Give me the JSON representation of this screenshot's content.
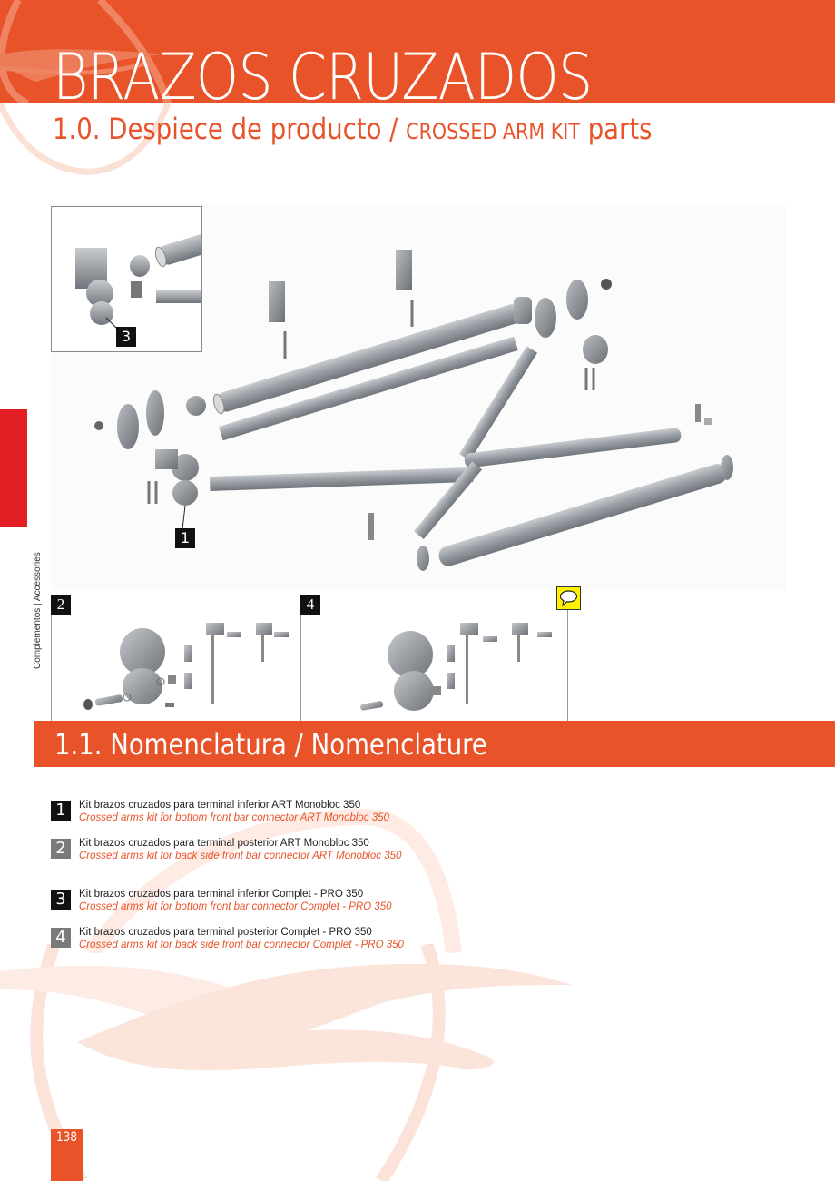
{
  "header": {
    "title": "BRAZOS CRUZADOS",
    "subtitle_prefix": "1.0. Despiece de producto / ",
    "subtitle_caps": "CROSSED ARM KIT",
    "subtitle_suffix": " parts",
    "band_color": "#e8532a"
  },
  "sidebar": {
    "label": "Complementos | Accessories",
    "tab_color": "#e31f26"
  },
  "diagram": {
    "callouts": [
      {
        "id": "1",
        "label": "1"
      },
      {
        "id": "3",
        "label": "3"
      }
    ],
    "detail_boxes": [
      {
        "id": "2",
        "label": "2"
      },
      {
        "id": "4",
        "label": "4"
      }
    ],
    "comment_icon": "speech-bubble-icon"
  },
  "nomenclature": {
    "title": "1.1. Nomenclatura / Nomenclature",
    "items": [
      {
        "num": "1",
        "es": "Kit brazos cruzados para terminal inferior ART Monobloc 350",
        "en": "Crossed arms kit for bottom front bar connector ART Monobloc 350"
      },
      {
        "num": "2",
        "es": "Kit brazos cruzados para terminal posterior ART Monobloc 350",
        "en": "Crossed arms kit for back side front bar connector ART Monobloc 350"
      },
      {
        "num": "3",
        "es": "Kit brazos cruzados para terminal inferior Complet - PRO 350",
        "en": "Crossed arms kit for bottom front bar connector Complet - PRO 350"
      },
      {
        "num": "4",
        "es": "Kit brazos cruzados para terminal posterior Complet - PRO 350",
        "en": "Crossed arms kit for back side front bar connector Complet - PRO 350"
      }
    ]
  },
  "footer": {
    "page_number": "138"
  }
}
